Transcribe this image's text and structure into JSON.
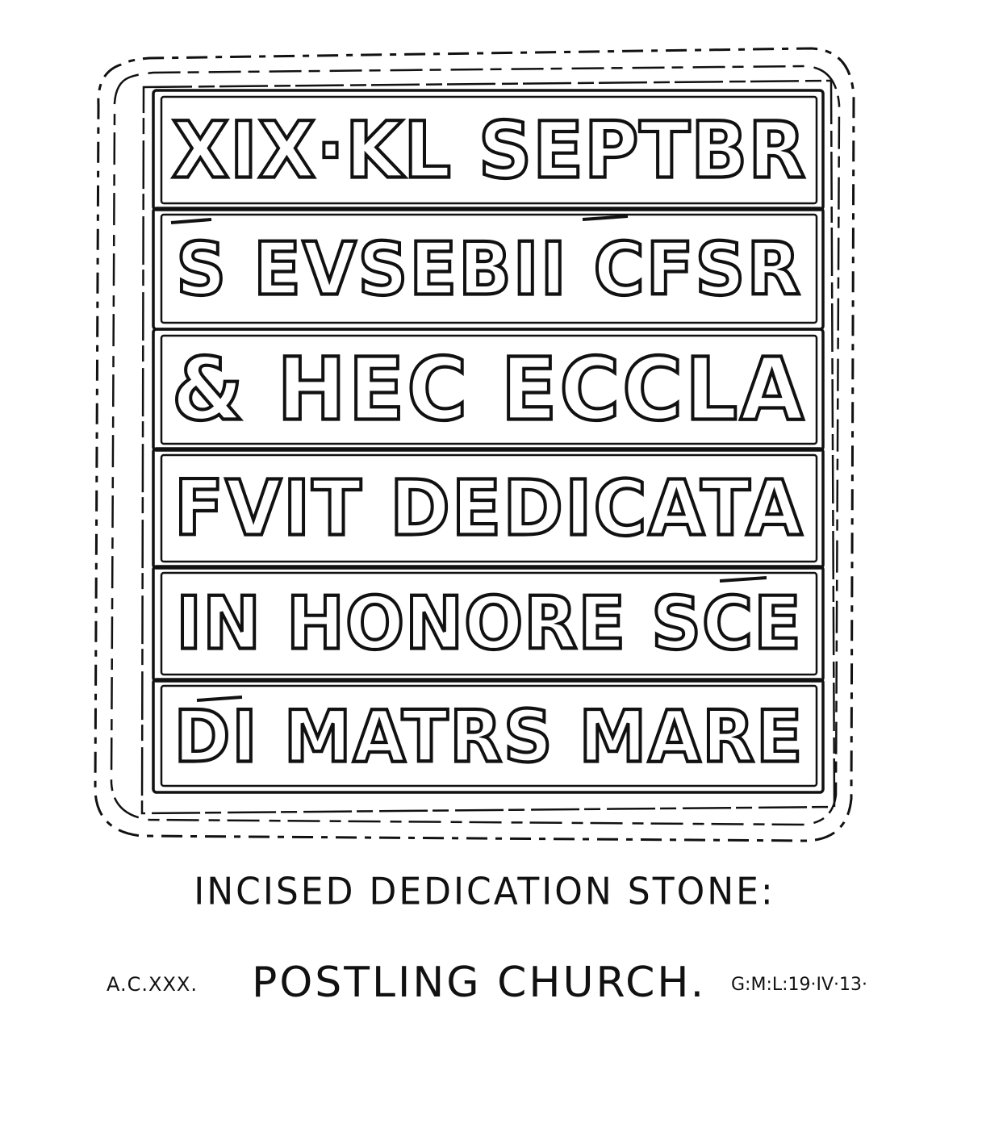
{
  "stone": {
    "lines": [
      "XIX·KL SEPTBR",
      "S EVSEBII CFSR",
      "& HEC ECCLA",
      "FVIT DEDICATA",
      "IN HONORE SCE",
      "DI MATRS MARE"
    ]
  },
  "caption": {
    "title": "INCISED DEDICATION STONE:",
    "reference": "A.C.XXX.",
    "place": "POSTLING CHURCH.",
    "signature": "G:M:L:19·IV·13·"
  },
  "colors": {
    "ink": "#111111",
    "paper": "#ffffff"
  }
}
